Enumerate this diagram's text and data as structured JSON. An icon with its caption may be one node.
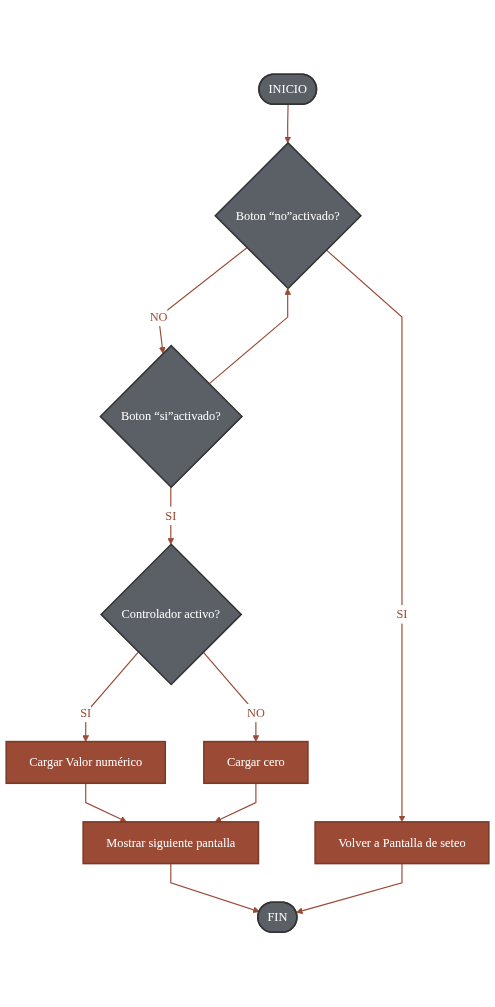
{
  "diagram": {
    "nodes": [
      {
        "text": [
          "INICIO"
        ]
      },
      {
        "text": [
          "Boton “no”activado?"
        ]
      },
      {
        "text": [
          "Volver a Pantalla de seteo"
        ]
      },
      {
        "text": [
          "Boton “si”activado?"
        ]
      },
      {
        "text": [
          "Controlador activo?"
        ]
      },
      {
        "text": [
          "Cargar Valor numérico"
        ]
      },
      {
        "text": [
          "Cargar cero"
        ]
      },
      {
        "text": [
          "Mostrar siguiente pantalla"
        ]
      },
      {
        "text": [
          "FIN"
        ]
      }
    ],
    "edges": [
      {
        "from": 0,
        "to": 1,
        "arrow": "to"
      },
      {
        "from": 1,
        "to": 2,
        "label": "SI",
        "arrow": "to"
      },
      {
        "from": 1,
        "to": 3,
        "label": "NO",
        "arrow": "to"
      },
      {
        "from": 3,
        "to": 1,
        "arrow": "to"
      },
      {
        "from": 3,
        "to": 4,
        "label": "SI",
        "arrow": "to"
      },
      {
        "from": 4,
        "to": 5,
        "label": "SI",
        "arrow": "to"
      },
      {
        "from": 4,
        "to": 6,
        "label": "NO",
        "arrow": "to"
      },
      {
        "from": 5,
        "to": 7,
        "arrow": "to"
      },
      {
        "from": 6,
        "to": 7,
        "arrow": "to"
      },
      {
        "from": 7,
        "to": 8,
        "arrow": "to"
      },
      {
        "from": 2,
        "to": 8,
        "arrow": "to"
      }
    ]
  }
}
